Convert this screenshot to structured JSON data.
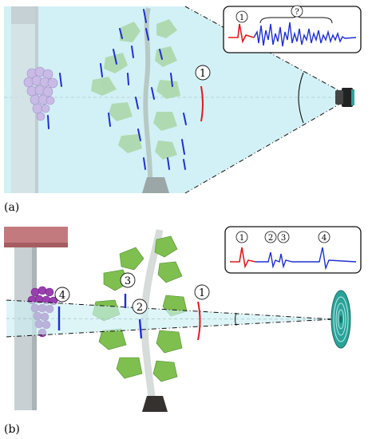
{
  "panel_a": {
    "label": "(a)",
    "callout_main": "1",
    "signal_box": {
      "marker_1": "1",
      "unknown_marker": "?"
    }
  },
  "panel_b": {
    "label": "(b)",
    "callouts": [
      "1",
      "2",
      "3",
      "4"
    ],
    "signal_box": {
      "markers": [
        "1",
        "2",
        "3",
        "4"
      ]
    }
  },
  "colors": {
    "beam_fill": "#cdf0f5",
    "first_echo": "#e0191e",
    "later_echoes": "#1f2fd0",
    "leaf_green": "#8fc46a",
    "grape_purple": "#9a3fb0",
    "post_gray": "#c9d0d3",
    "roof_red": "#c27a7e",
    "sensor_teal": "#2aa39a"
  }
}
